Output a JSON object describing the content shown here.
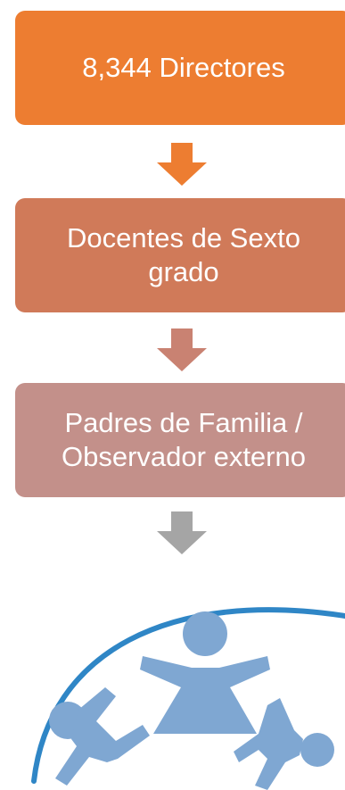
{
  "flow": {
    "steps": [
      {
        "line1": "8,344 Directores",
        "line2": ""
      },
      {
        "line1": "Docentes de Sexto",
        "line2": "grado"
      },
      {
        "line1": "Padres de  Familia /",
        "line2": "Observador externo"
      }
    ],
    "arrows": [
      {
        "icon": "down-arrow-icon",
        "color": "#ED7D31"
      },
      {
        "icon": "down-arrow-icon",
        "color": "#C98272"
      },
      {
        "icon": "down-arrow-icon",
        "color": "#A5A5A5"
      }
    ],
    "colors": {
      "step1": "#ED7D31",
      "step2": "#D07A59",
      "step3": "#C3908A",
      "logo_arc": "#2F86C6",
      "logo_figures": "#7FA7D2"
    }
  },
  "logo": {
    "icon": "children-group-logo-icon"
  }
}
